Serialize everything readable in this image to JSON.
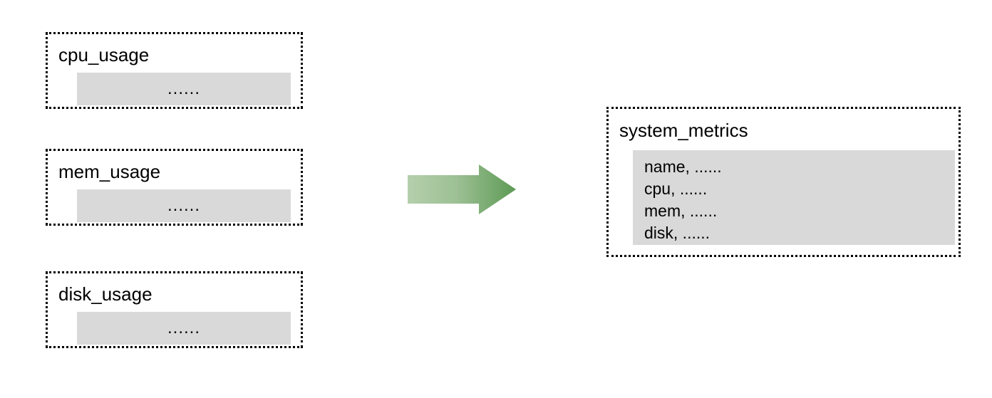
{
  "diagram": {
    "type": "data-merge-flow",
    "sources": [
      {
        "id": "cpu_usage",
        "title": "cpu_usage",
        "body_placeholder": "......"
      },
      {
        "id": "mem_usage",
        "title": "mem_usage",
        "body_placeholder": "......"
      },
      {
        "id": "disk_usage",
        "title": "disk_usage",
        "body_placeholder": "......"
      }
    ],
    "arrow": {
      "icon": "right-arrow-icon",
      "direction": "right",
      "gradient_start": "#aac8a2",
      "gradient_end": "#5d9a55"
    },
    "target": {
      "id": "system_metrics",
      "title": "system_metrics",
      "rows": [
        "name, ......",
        "cpu, ......",
        "mem, ......",
        "disk, ......"
      ]
    },
    "colors": {
      "panel_fill": "#d9d9d9",
      "border": "#000000",
      "background": "#ffffff",
      "text": "#000000"
    }
  }
}
